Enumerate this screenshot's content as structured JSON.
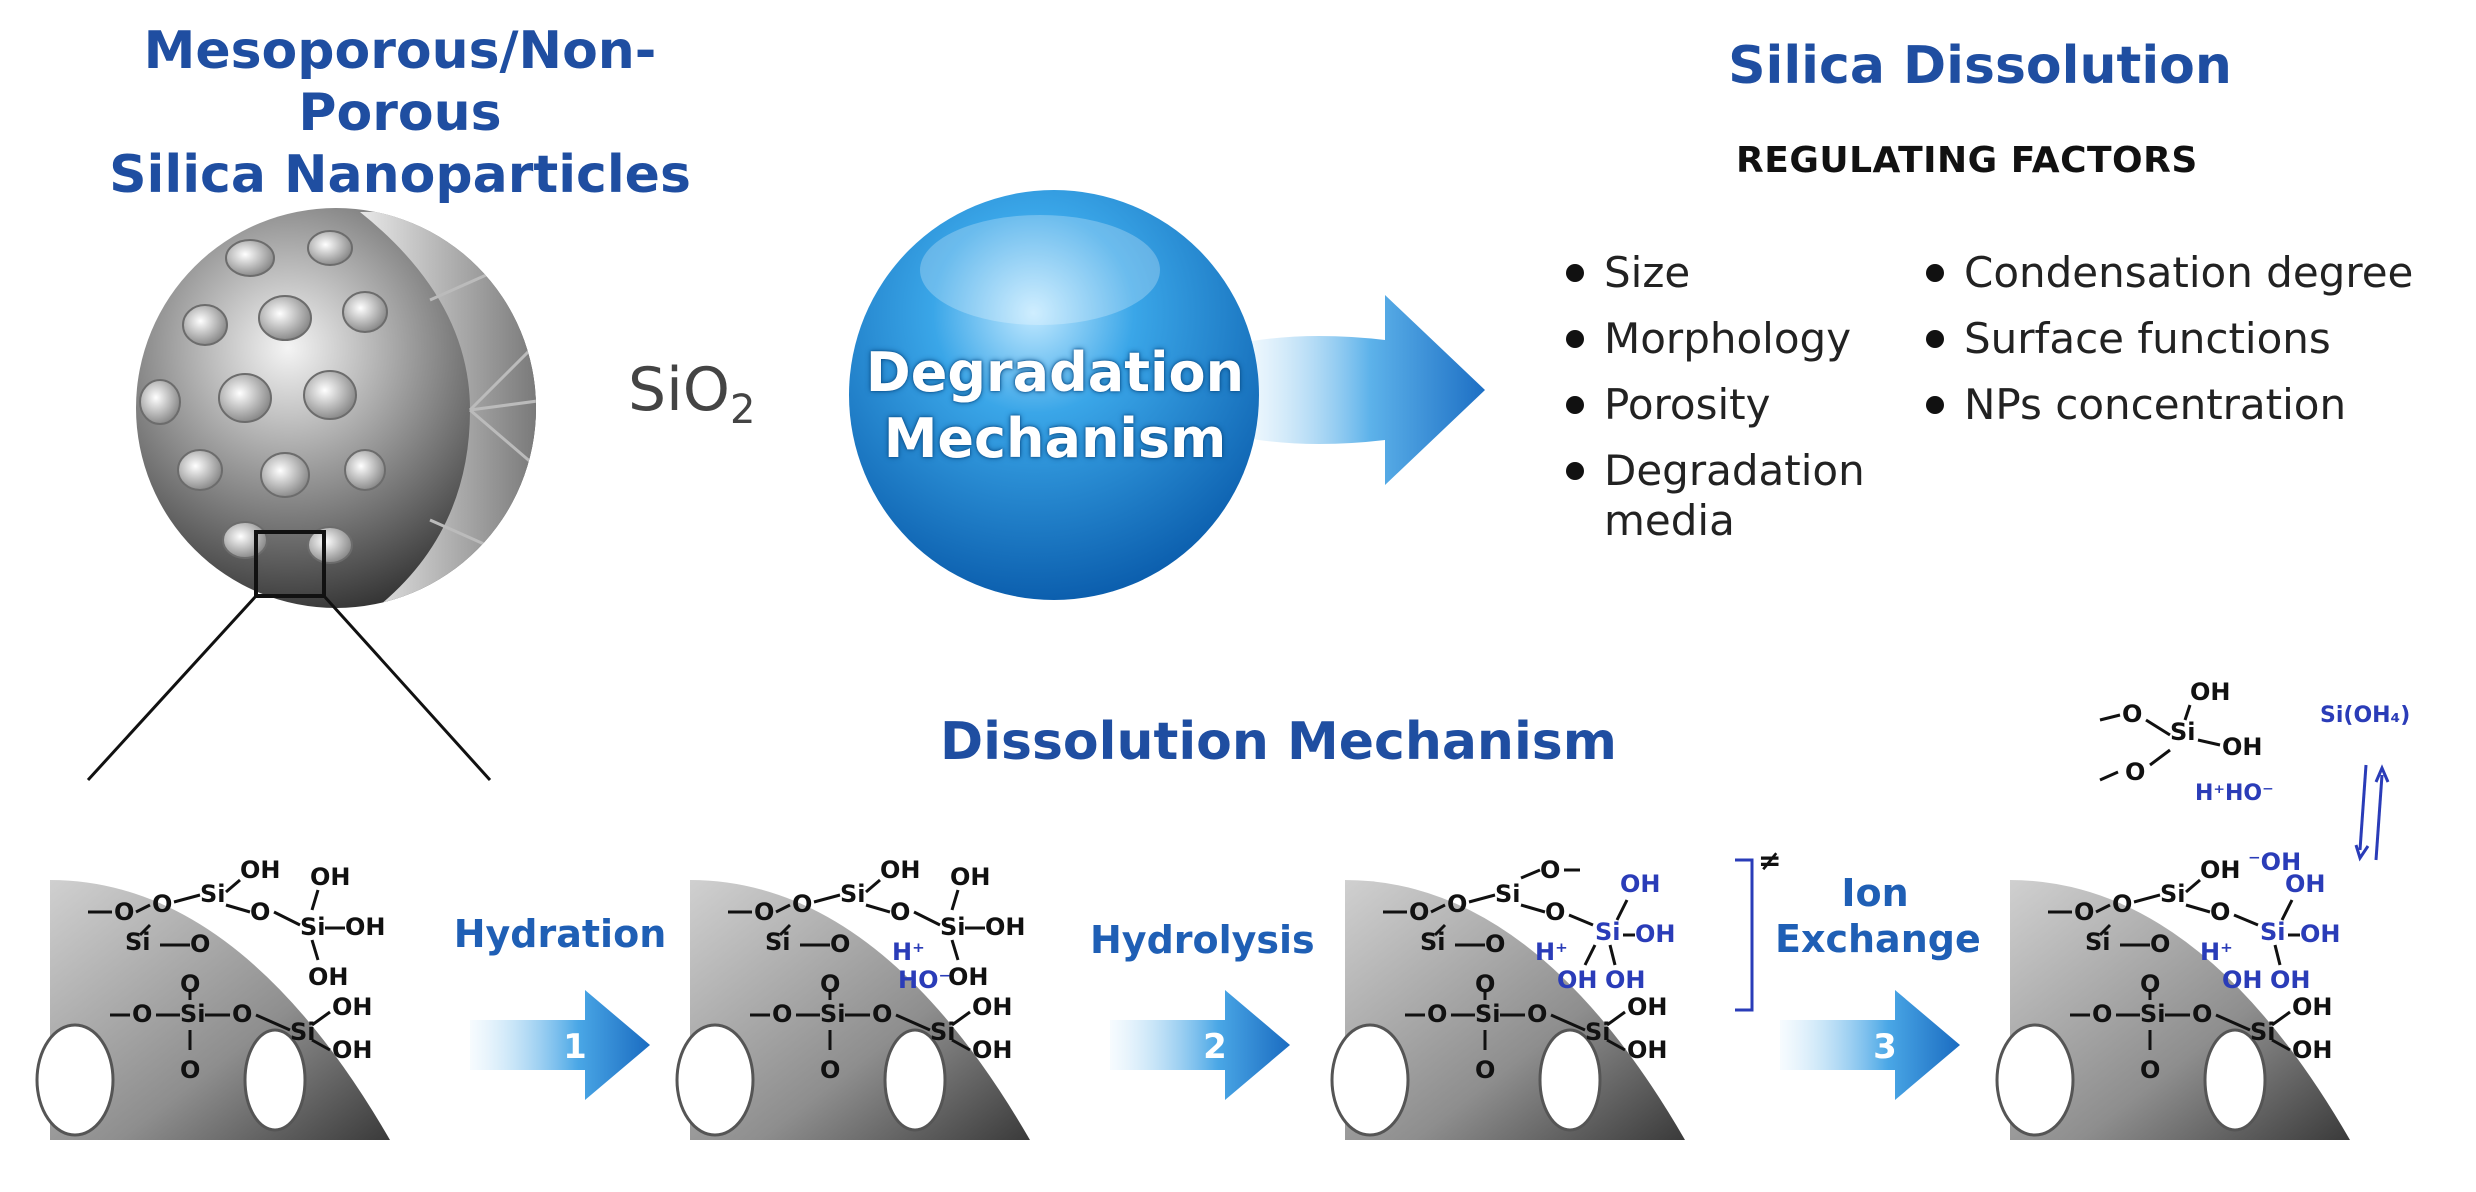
{
  "particle": {
    "title_line1": "Mesoporous/Non-Porous",
    "title_line2": "Silica Nanoparticles",
    "formula_main": "SiO",
    "formula_sub": "2"
  },
  "degradation": {
    "line1": "Degradation",
    "line2": "Mechanism"
  },
  "dissolution": {
    "title": "Silica Dissolution",
    "regulating": "REGULATING FACTORS",
    "factors_left": [
      "Size",
      "Morphology",
      "Porosity",
      "Degradation media"
    ],
    "factors_right": [
      "Condensation degree",
      "Surface functions",
      "NPs concentration"
    ]
  },
  "mechanism": {
    "title": "Dissolution Mechanism",
    "steps": [
      {
        "label": "Hydration",
        "number": "1"
      },
      {
        "label": "Hydrolysis",
        "number": "2"
      },
      {
        "label": "Ion Exchange",
        "number": "3"
      }
    ],
    "labels": {
      "si": "Si",
      "o": "O",
      "oh": "OH",
      "h_plus": "H⁺",
      "ho_minus": "HO⁻",
      "hplus_hominus": "H⁺HO⁻",
      "transition": "≠",
      "si_oh4": "Si(OH₄)",
      "oh_ion": "⁻OH"
    }
  },
  "colors": {
    "title_blue": "#1f4ea1",
    "ball_blue": "#1e8fd8",
    "arrow_blue": "#2b7fd0",
    "chem_blue": "#2a3cb8"
  }
}
